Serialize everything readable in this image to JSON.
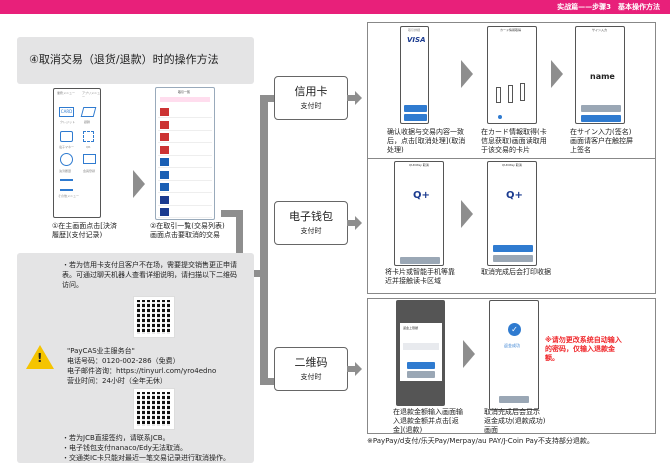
{
  "header": {
    "section": "实战篇——步骤3　基本操作方法"
  },
  "title": "④取消交易（退货/退款）时的操作方法",
  "step1": {
    "caption": "①在主画面点击[決済履歴](支付记录)",
    "menu_tabs": [
      "業務メニュー",
      "アプリメニュー"
    ],
    "menu_items": [
      "クレジット",
      "銀聯",
      "電子マネー",
      "QR",
      "決済履歴",
      "会員登録",
      "その他メニュー"
    ],
    "card_icon": "CARD"
  },
  "step2": {
    "caption": "②在取引一覧(交易列表)画面点击要取消的交易",
    "screen_title": "取引一覧"
  },
  "branches": [
    {
      "label": "信用卡",
      "sub": "支付时"
    },
    {
      "label": "电子钱包",
      "sub": "支付时"
    },
    {
      "label": "二维码",
      "sub": "支付时"
    }
  ],
  "credit": {
    "captions": [
      "确认收据与交易内容一致后，点击[取消处理](取消处理)",
      "在カード情報取得(卡信息获取)画面读取用于该交易的卡片",
      "在サイン入力(签名)画面请客户在触控屏上签名"
    ],
    "screens": [
      "取引詳細",
      "カード情報取得",
      "サイン入力"
    ],
    "brand": "VISA",
    "signature": "name"
  },
  "emoney": {
    "captions": [
      "将卡片或智能手机等靠近并接触读卡区域",
      "取消完成后会打印收据"
    ],
    "screens": [
      "QUICPay 取消",
      "QUICPay 取消"
    ]
  },
  "qr": {
    "captions": [
      "在退款金额输入画面输入退款金额并点击[返金](退款)",
      "取消完成后会显示返金成功(退款成功)画面"
    ],
    "dialog_title": "返金上限額",
    "success": "返金成功",
    "warning": "※请勿更改系统自动输入的密码，仅输入退款金额。"
  },
  "footnote": "※PayPay/d支付/乐天Pay/Merpay/au PAY/J-Coin Pay不支持部分退款。",
  "notice": {
    "intro": "・若为信用卡支付且客户不在场，需要提交销售更正申请表。可通过聊天机器人查看详细说明，请扫描以下二维码访问。",
    "desk_name": "\"PayCAS业主服务台\"",
    "phone": "电话号码：0120-002-286（免费）",
    "email": "电子邮件咨询：https://tinyurl.com/yro4edno",
    "hours": "营业时间：24小时（全年无休）",
    "bullets": [
      "・若为JCB直接签约，请联系JCB。",
      "・电子钱包支付nanaco/Edy无法取消。",
      "・交通类IC卡只能对最近一笔交易记录进行取消操作。"
    ]
  },
  "colors": {
    "accent": "#e8207a",
    "blue": "#2f7bd0",
    "gray": "#8e8e8e",
    "warning": "#f0272b"
  }
}
